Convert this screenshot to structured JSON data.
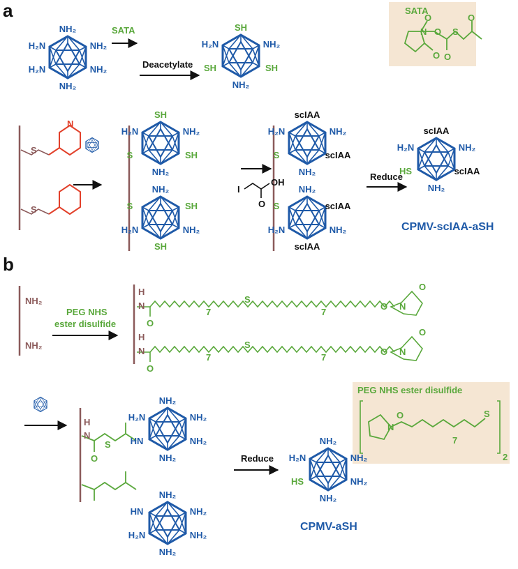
{
  "panel_labels": {
    "a": "a",
    "b": "b"
  },
  "colors": {
    "particle": "#1f5aa8",
    "green": "#5aa83c",
    "brown": "#8b5a5a",
    "red": "#e2402a",
    "box": "#f5e6d3"
  },
  "panel_a": {
    "sata_arrow_label": "SATA",
    "deacetylate_label": "Deacetylate",
    "sata_box_title": "SATA",
    "reduce_label": "Reduce",
    "product_label": "CPMV-scIAA-aSH",
    "iodoacetic": {
      "I": "I",
      "OH": "OH",
      "O": "O"
    },
    "linker_atoms": {
      "S1": "S",
      "S2": "S",
      "N": "N"
    },
    "sata_atoms": {
      "O1": "O",
      "O2": "O",
      "N": "N",
      "O3": "O",
      "O4": "O",
      "O5": "O",
      "S": "S"
    },
    "particles": [
      {
        "top": "NH₂",
        "ul": "H₂N",
        "ur": "NH₂",
        "ll": "H₂N",
        "lr": "NH₂",
        "bottom": "NH₂"
      },
      {
        "top": "SH",
        "ul": "H₂N",
        "ur": "NH₂",
        "ll": "SH",
        "lr": "SH",
        "bottom": "NH₂"
      },
      {
        "top": "SH",
        "ul": "H₂N",
        "ur": "NH₂",
        "ll": "S",
        "lr": "SH",
        "bottom": "NH₂"
      },
      {
        "top": "NH₂",
        "ul": "S",
        "ur": "SH",
        "ll": "H₂N",
        "lr": "NH₂",
        "bottom": "SH"
      },
      {
        "top": "scIAA",
        "ul": "H₂N",
        "ur": "NH₂",
        "ll": "S",
        "lr": "scIAA",
        "bottom": "NH₂"
      },
      {
        "top": "NH₂",
        "ul": "S",
        "ur": "scIAA",
        "ll": "H₂N",
        "lr": "NH₂",
        "bottom": "scIAA"
      },
      {
        "top": "scIAA",
        "ul": "H₂N",
        "ur": "NH₂",
        "ll": "HS",
        "lr": "scIAA",
        "bottom": "NH₂"
      }
    ]
  },
  "panel_b": {
    "arrow_label_line1": "PEG NHS",
    "arrow_label_line2": "ester disulfide",
    "bar_labels": [
      "NH₂",
      "NH₂"
    ],
    "chain_atoms": {
      "H": "H",
      "N": "N",
      "O": "O",
      "O7a": "7",
      "O7b": "7",
      "S": "S",
      "Oe": "O",
      "On": "O",
      "N2": "N"
    },
    "box_title": "PEG NHS ester disulfide",
    "box_repeat": "7",
    "box_subscript": "2",
    "box_atoms": {
      "O": "O",
      "N": "N",
      "S": "S"
    },
    "reduce_label": "Reduce",
    "product_label": "CPMV-aSH",
    "linker_atoms": {
      "H": "H",
      "N": "N",
      "S": "S",
      "O": "O"
    },
    "particles": [
      {
        "top": "NH₂",
        "ul": "H₂N",
        "ur": "NH₂",
        "ll": "HN",
        "lr": "NH₂",
        "bottom": "NH₂"
      },
      {
        "top": "NH₂",
        "ul": "HN",
        "ur": "NH₂",
        "ll": "H₂N",
        "lr": "NH₂",
        "bottom": "NH₂"
      },
      {
        "top": "NH₂",
        "ul": "H₂N",
        "ur": "NH₂",
        "ll": "HS",
        "lr": "NH₂",
        "bottom": "NH₂"
      }
    ]
  }
}
